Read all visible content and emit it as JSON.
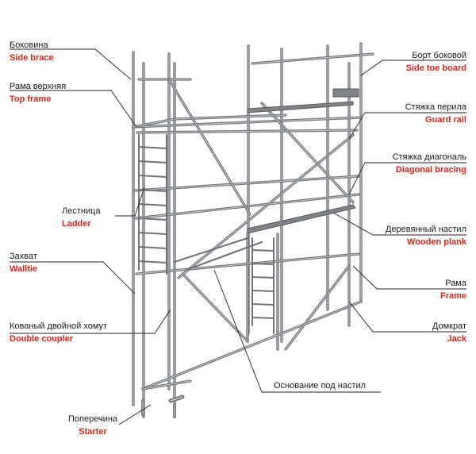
{
  "labels": {
    "side_brace": {
      "ru": "Боковина",
      "en": "Side brace"
    },
    "top_frame": {
      "ru": "Рама верхняя",
      "en": "Top frame"
    },
    "ladder": {
      "ru": "Лестница",
      "en": "Ladder"
    },
    "walltie": {
      "ru": "Захват",
      "en": "Walltie"
    },
    "double_coupler": {
      "ru": "Кованый двойной хомут",
      "en": "Double coupler"
    },
    "starter": {
      "ru": "Поперечина",
      "en": "Starter"
    },
    "side_toe_board": {
      "ru": "Борт боковой",
      "en": "Side toe board"
    },
    "guard_rail": {
      "ru": "Стяжка перила",
      "en": "Guard rail"
    },
    "diagonal_bracing": {
      "ru": "Стяжка диагональ",
      "en": "Diagonal bracing"
    },
    "wooden_plank": {
      "ru": "Деревянный настил",
      "en": "Wooden plank"
    },
    "frame": {
      "ru": "Рама",
      "en": "Frame"
    },
    "jack": {
      "ru": "Домкрат",
      "en": "Jack"
    },
    "plank_base": {
      "ru": "Основание под настил",
      "en": ""
    }
  },
  "colors": {
    "english_text": "#d8261b",
    "russian_text": "#1a1a1a",
    "tube": "#6f7378",
    "tube_highlight": "#c9cdd1",
    "plank": "#7f8287",
    "leader_line": "#222222"
  }
}
